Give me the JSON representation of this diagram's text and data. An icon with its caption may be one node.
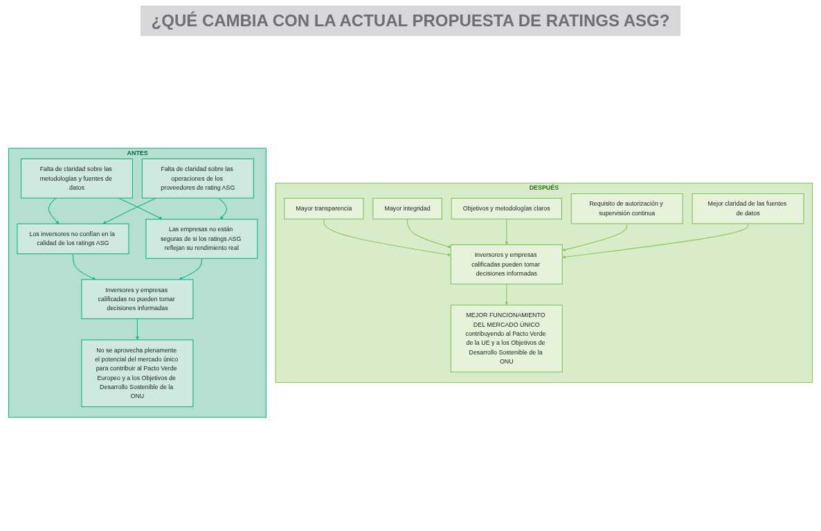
{
  "diagram": {
    "title": "¿QUÉ CAMBIA CON LA ACTUAL PROPUESTA DE RATINGS ASG?",
    "nodes": [
      {
        "text": [
          "ANTES"
        ]
      },
      {
        "text": [
          "Falta de claridad sobre las metodologías y fuentes de datos"
        ],
        "in": 0
      },
      {
        "text": [
          "Falta de claridad sobre las operaciones de los proveedores de rating ASG"
        ],
        "in": 0
      },
      {
        "text": [
          "Los inversores no confían en la calidad de los ratings ASG"
        ],
        "in": 0
      },
      {
        "text": [
          "Las empresas no están seguras de si los ratings ASG reflejan su rendimiento real"
        ],
        "in": 0
      },
      {
        "text": [
          "Inversores y empresas calificadas no pueden tomar decisiones informadas"
        ],
        "in": 0
      },
      {
        "text": [
          "No se aprovecha plenamente el potencial del mercado único para contribuir al Pacto Verde Europeo y a los Objetivos de Desarrollo Sostenible de la ONU"
        ],
        "in": 0
      },
      {
        "text": [
          "DESPUÉS"
        ]
      },
      {
        "text": [
          "Mayor transparencia"
        ],
        "in": 7
      },
      {
        "text": [
          "Mayor integridad"
        ],
        "in": 7
      },
      {
        "text": [
          "Objetivos y metodologías claros"
        ],
        "in": 7
      },
      {
        "text": [
          "Requisito de autorización y supervisión continua"
        ],
        "in": 7
      },
      {
        "text": [
          "Mejor claridad de las fuentes de datos"
        ],
        "in": 7
      },
      {
        "text": [
          "Inversores y empresas calificadas pueden tomar decisiones informadas"
        ],
        "in": 7
      },
      {
        "text": [
          "MEJOR FUNCIONAMIENTO DEL MERCADO ÚNICO",
          "contribuyendo al Pacto Verde de la UE y a los Objetivos de Desarrollo Sostenible de la ONU"
        ],
        "in": 7
      }
    ],
    "edges": [
      {
        "from": 1,
        "to": 3,
        "arrow": "to"
      },
      {
        "from": 1,
        "to": 4,
        "arrow": "to"
      },
      {
        "from": 2,
        "to": 3,
        "arrow": "to"
      },
      {
        "from": 2,
        "to": 4,
        "arrow": "to"
      },
      {
        "from": 3,
        "to": 5,
        "arrow": "to"
      },
      {
        "from": 4,
        "to": 5,
        "arrow": "to"
      },
      {
        "from": 5,
        "to": 6,
        "arrow": "to"
      },
      {
        "from": 8,
        "to": 13,
        "arrow": "to",
        "color": "#86c75e"
      },
      {
        "from": 9,
        "to": 13,
        "arrow": "to",
        "color": "#86c75e"
      },
      {
        "from": 10,
        "to": 13,
        "arrow": "to",
        "color": "#86c75e"
      },
      {
        "from": 11,
        "to": 13,
        "arrow": "to",
        "color": "#86c75e"
      },
      {
        "from": 12,
        "to": 13,
        "arrow": "to",
        "color": "#86c75e"
      },
      {
        "from": 13,
        "to": 14,
        "arrow": "to",
        "color": "#86c75e"
      }
    ]
  }
}
